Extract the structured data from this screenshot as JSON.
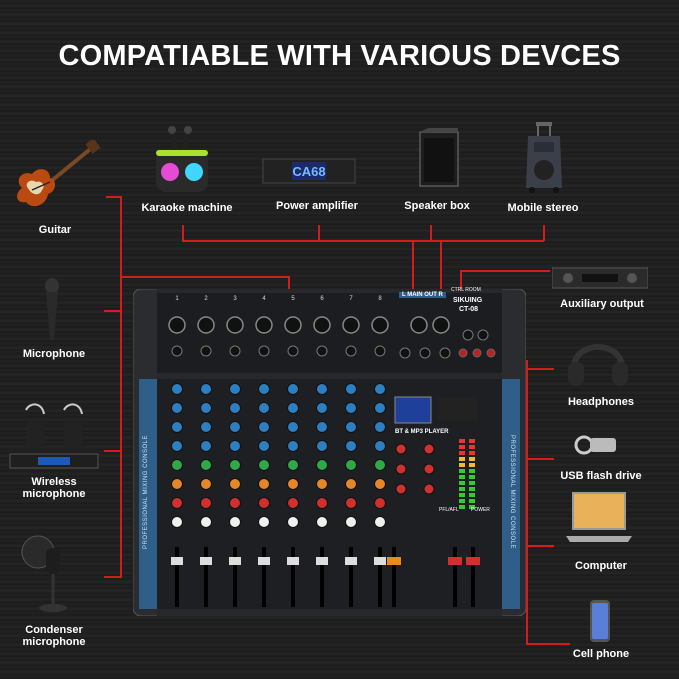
{
  "title": "COMPATIABLE WITH VARIOUS DEVCES",
  "devices": {
    "guitar": "Guitar",
    "karaoke": "Karaoke machine",
    "power_amp": "Power amplifier",
    "speaker_box": "Speaker box",
    "mobile_stereo": "Mobile stereo",
    "auxiliary": "Auxiliary output",
    "microphone": "Microphone",
    "headphones": "Headphones",
    "usb": "USB flash drive",
    "wireless": "Wireless\nmicrophone",
    "computer": "Computer",
    "condenser": "Condenser\nmicrophone",
    "cellphone": "Cell phone"
  },
  "mixer": {
    "brand": "SIKUING",
    "model": "CT-08",
    "player": "BT & MP3 PLAYER",
    "side_text": "PROFESSIONAL MIXING CONSOLE",
    "main_out": "L MAIN OUT R",
    "ctrl_room": "CTRL ROOM",
    "channels": [
      "1",
      "2",
      "3",
      "4",
      "5",
      "6",
      "7",
      "8"
    ],
    "power": "POWER",
    "pfl": "PFL/AFL"
  },
  "amp_display": "CA68",
  "accent_color": "#d31d1d"
}
